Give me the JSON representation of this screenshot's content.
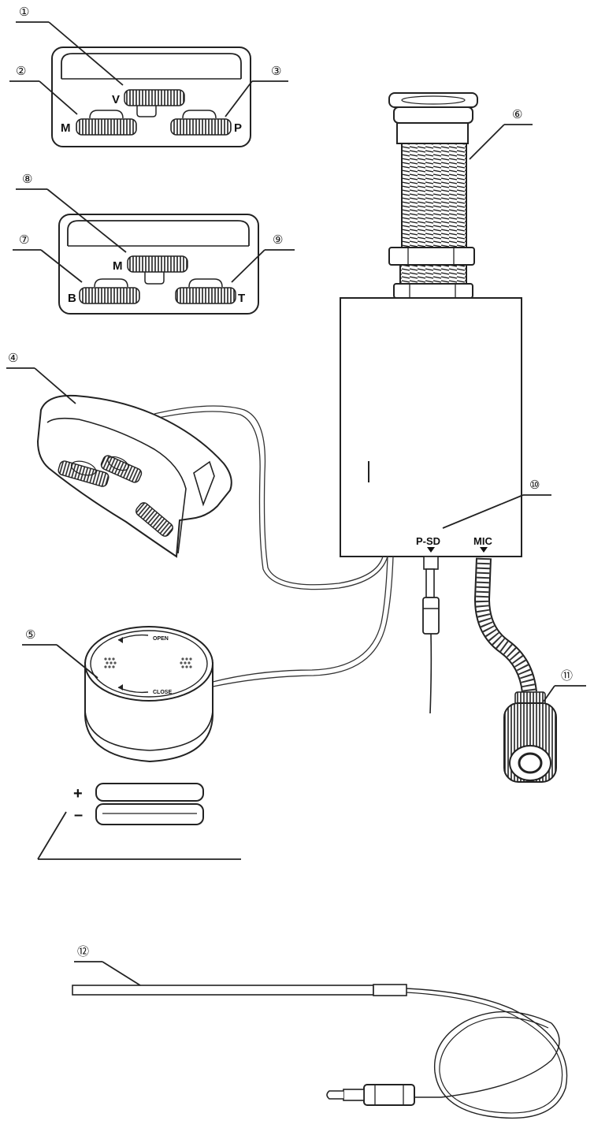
{
  "callouts": [
    "①",
    "②",
    "③",
    "④",
    "⑤",
    "⑥",
    "⑦",
    "⑧",
    "⑨",
    "⑩",
    "⑪",
    "⑫"
  ],
  "control_panel_1": {
    "volume": "V",
    "middle": "M",
    "presence": "P"
  },
  "control_panel_2": {
    "middle": "M",
    "bass": "B",
    "treble": "T"
  },
  "preamp_ports": {
    "pickup": "P-SD",
    "mic": "MIC"
  },
  "battery_cap": {
    "open": "OPEN",
    "close": "CLOSE"
  },
  "battery": {
    "plus": "+",
    "minus": "–"
  }
}
